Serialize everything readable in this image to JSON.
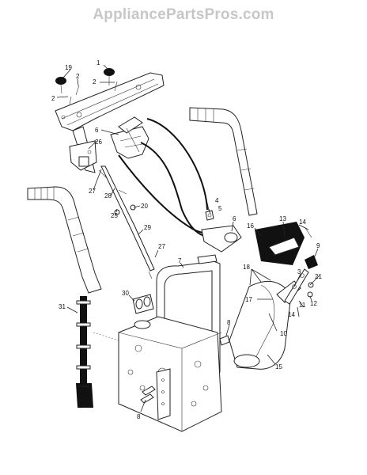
{
  "watermark": "AppliancePartsPros.com",
  "callouts": {
    "c1": "1",
    "c2a": "2",
    "c2b": "2",
    "c2c": "2",
    "c19": "19",
    "c6a": "6",
    "c26": "26",
    "c27a": "27",
    "c28": "28",
    "c20": "20",
    "c25": "25",
    "c4": "4",
    "c5": "5",
    "c6b": "6",
    "c29": "29",
    "c27b": "27",
    "c7": "7",
    "c13": "13",
    "c14a": "14",
    "c16": "16",
    "c9": "9",
    "c18": "18",
    "c3": "3",
    "c21": "21",
    "c17": "17",
    "c11": "11",
    "c12": "12",
    "c14b": "14",
    "c10": "10",
    "c30": "30",
    "c31": "31",
    "c8a": "8",
    "c8b": "8",
    "c15": "15"
  }
}
